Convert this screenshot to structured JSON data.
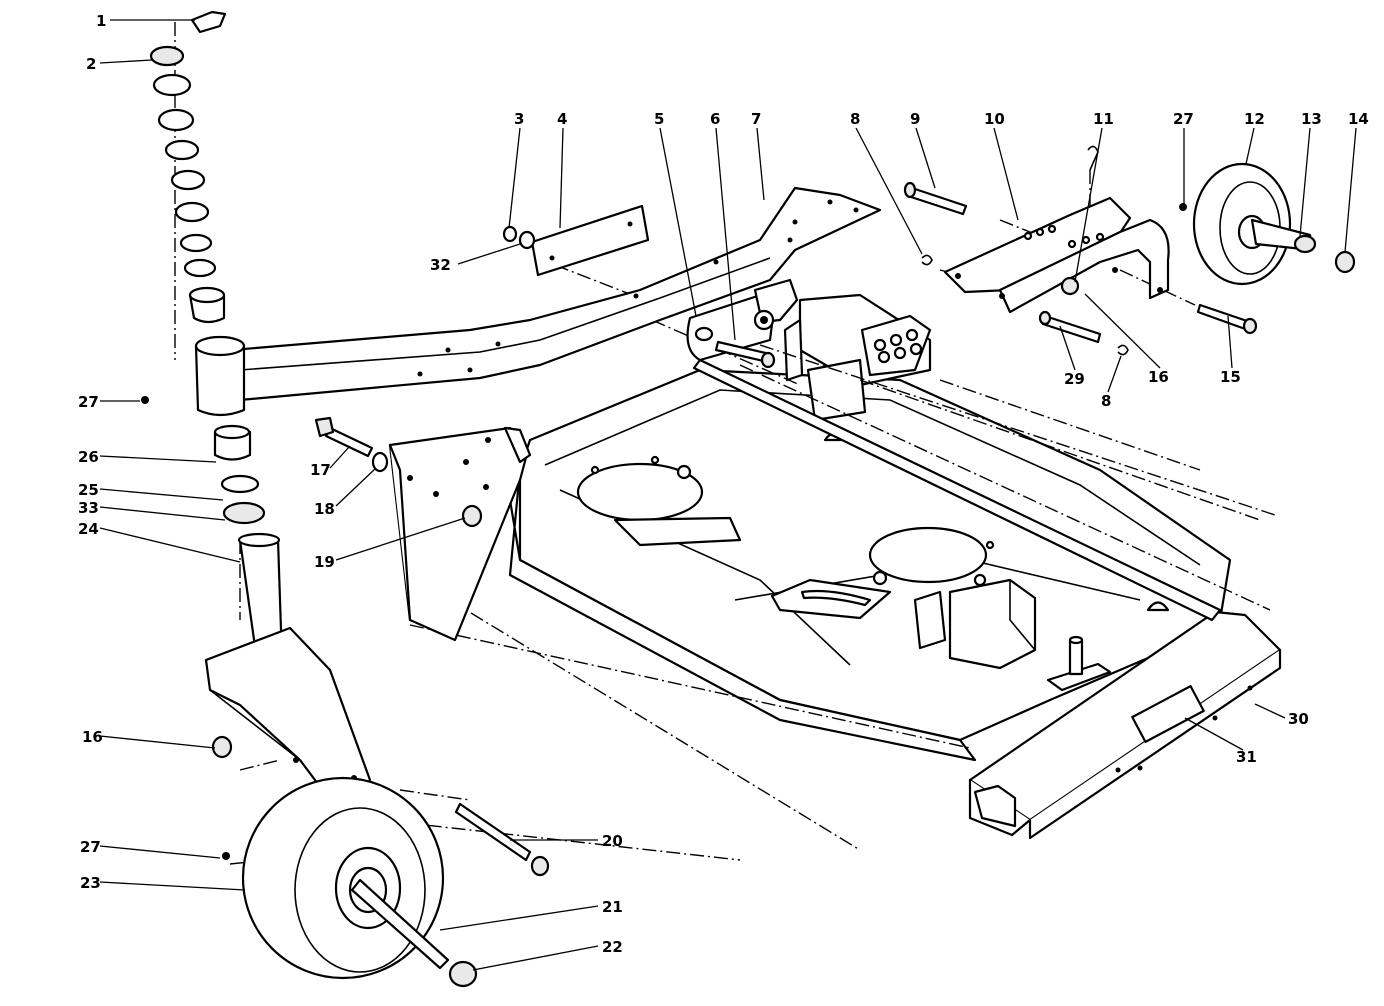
{
  "callouts": [
    {
      "id": "c1",
      "text": "1"
    },
    {
      "id": "c2",
      "text": "2"
    },
    {
      "id": "c3",
      "text": "3"
    },
    {
      "id": "c4",
      "text": "4"
    },
    {
      "id": "c5",
      "text": "5"
    },
    {
      "id": "c6",
      "text": "6"
    },
    {
      "id": "c7",
      "text": "7"
    },
    {
      "id": "c8a",
      "text": "8"
    },
    {
      "id": "c9",
      "text": "9"
    },
    {
      "id": "c10",
      "text": "10"
    },
    {
      "id": "c11",
      "text": "11"
    },
    {
      "id": "c27a",
      "text": "27"
    },
    {
      "id": "c12",
      "text": "12"
    },
    {
      "id": "c13",
      "text": "13"
    },
    {
      "id": "c14",
      "text": "14"
    },
    {
      "id": "c32",
      "text": "32"
    },
    {
      "id": "c29",
      "text": "29"
    },
    {
      "id": "c16a",
      "text": "16"
    },
    {
      "id": "c15",
      "text": "15"
    },
    {
      "id": "c8b",
      "text": "8"
    },
    {
      "id": "c27b",
      "text": "27"
    },
    {
      "id": "c26",
      "text": "26"
    },
    {
      "id": "c25",
      "text": "25"
    },
    {
      "id": "c33",
      "text": "33"
    },
    {
      "id": "c24",
      "text": "24"
    },
    {
      "id": "c17",
      "text": "17"
    },
    {
      "id": "c18",
      "text": "18"
    },
    {
      "id": "c19",
      "text": "19"
    },
    {
      "id": "c30",
      "text": "30"
    },
    {
      "id": "c31",
      "text": "31"
    },
    {
      "id": "c16b",
      "text": "16"
    },
    {
      "id": "c20",
      "text": "20"
    },
    {
      "id": "c27c",
      "text": "27"
    },
    {
      "id": "c23",
      "text": "23"
    },
    {
      "id": "c21",
      "text": "21"
    },
    {
      "id": "c22",
      "text": "22"
    }
  ]
}
